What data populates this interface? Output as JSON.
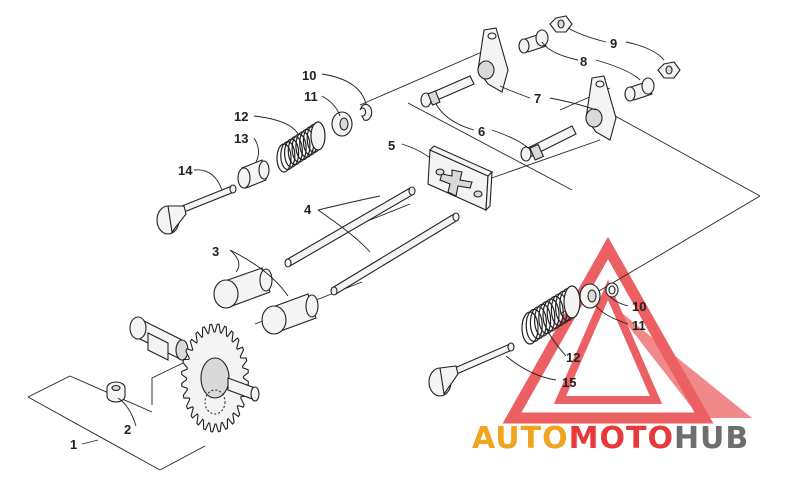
{
  "callouts": [
    "1",
    "2",
    "3",
    "4",
    "5",
    "6",
    "7",
    "8",
    "9",
    "10",
    "11",
    "12",
    "13",
    "14",
    "15"
  ],
  "watermark": {
    "part1": "AUTO",
    "part2": "MOTO",
    "part3": "HUB",
    "color_red": "#e8383c",
    "color_orange": "#f0a51e",
    "color_gray": "#6e6e6e"
  }
}
